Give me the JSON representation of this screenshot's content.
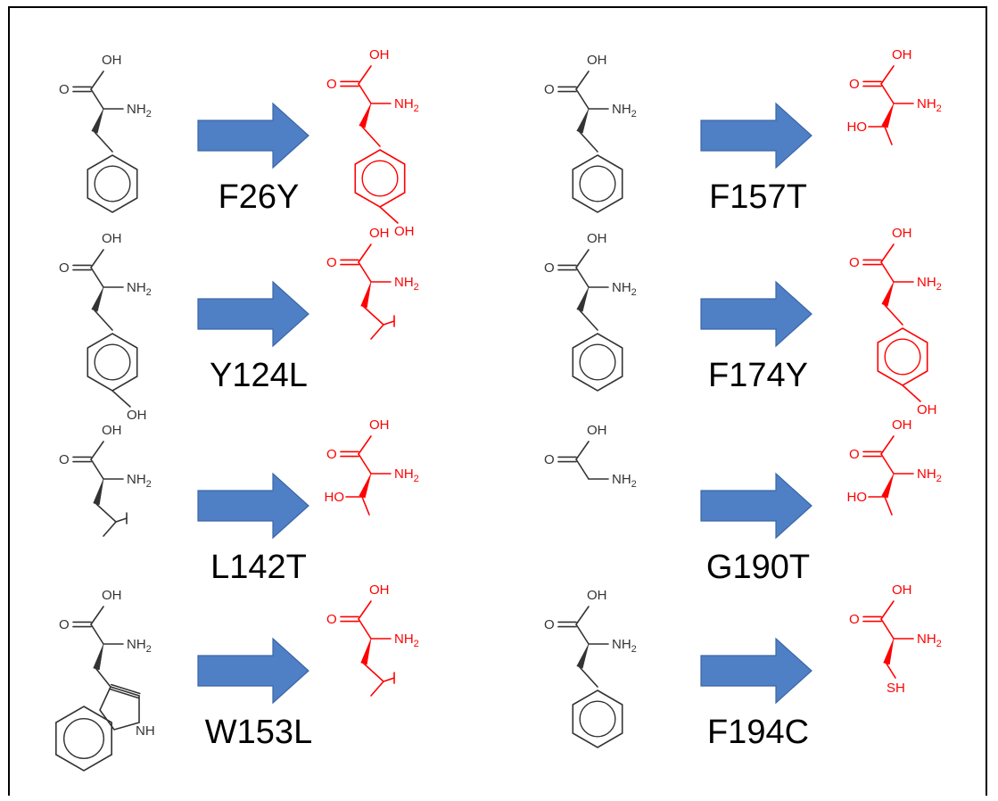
{
  "colors": {
    "wild_type": "#333333",
    "mutant": "#ff0000",
    "arrow": "#4f7fc4"
  },
  "atom_labels": {
    "carboxyl": "OH",
    "carbonyl": "O",
    "amine": "NH",
    "amine_subscript": "2",
    "hydroxyl": "HO",
    "phenol": "OH",
    "indole_nh": "NH",
    "thiol": "SH"
  },
  "mutations": [
    {
      "label": "F26Y",
      "from": "phenylalanine",
      "to": "tyrosine"
    },
    {
      "label": "Y124L",
      "from": "tyrosine",
      "to": "leucine"
    },
    {
      "label": "L142T",
      "from": "leucine",
      "to": "threonine"
    },
    {
      "label": "W153L",
      "from": "tryptophan",
      "to": "leucine"
    },
    {
      "label": "F157T",
      "from": "phenylalanine",
      "to": "threonine"
    },
    {
      "label": "F174Y",
      "from": "phenylalanine",
      "to": "tyrosine"
    },
    {
      "label": "G190T",
      "from": "glycine",
      "to": "threonine"
    },
    {
      "label": "F194C",
      "from": "phenylalanine",
      "to": "cysteine"
    }
  ]
}
